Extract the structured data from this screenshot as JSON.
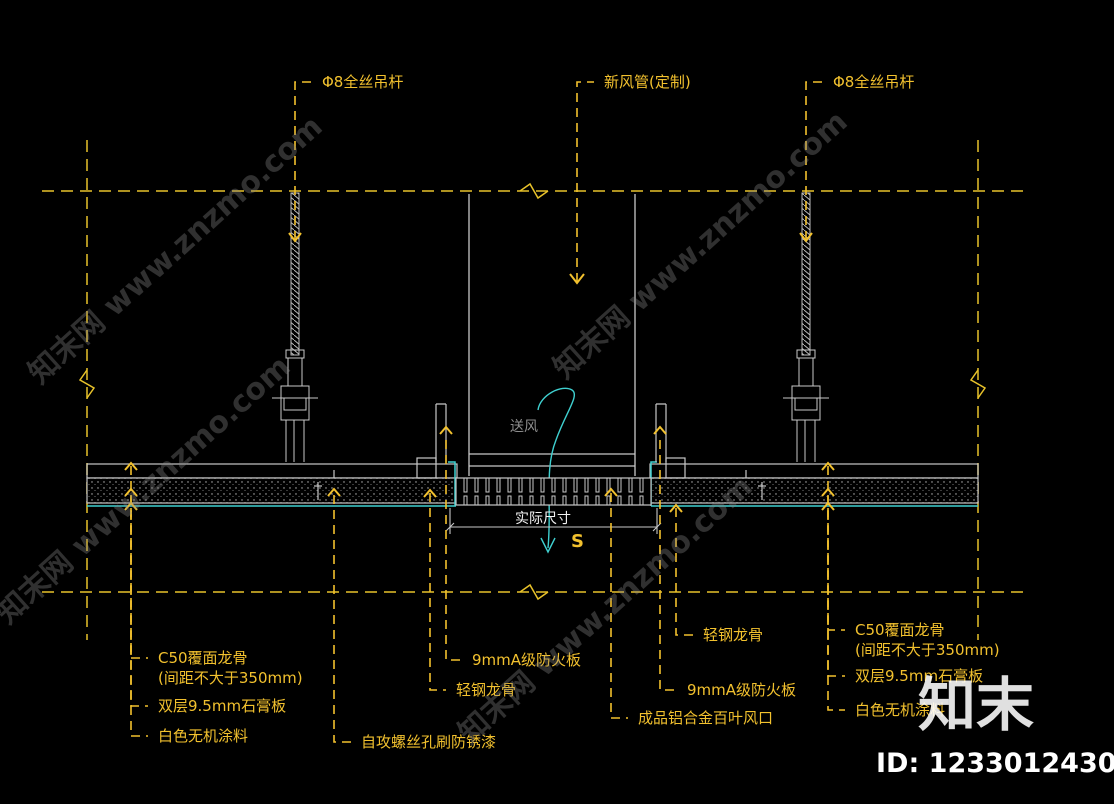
{
  "labels": {
    "rod_left": "Φ8全丝吊杆",
    "fresh_air_duct": "新风管(定制)",
    "rod_right": "Φ8全丝吊杆",
    "supply_air": "送风",
    "actual_size": "实际尺寸",
    "section_mark": "S",
    "c50_left_1": "C50覆面龙骨",
    "c50_left_2": "(间距不大于350mm)",
    "gypsum_left": "双层9.5mm石膏板",
    "paint_left": "白色无机涂料",
    "fireboard_left": "9mmA级防火板",
    "light_keel_left": "轻钢龙骨",
    "screw_hole": "自攻螺丝孔刷防锈漆",
    "louver": "成品铝合金百叶风口",
    "fireboard_right": "9mmA级防火板",
    "light_keel_right": "轻钢龙骨",
    "c50_right_1": "C50覆面龙骨",
    "c50_right_2": "(间距不大于350mm)",
    "gypsum_right": "双层9.5mm石膏板",
    "paint_right": "白色无机涂料"
  },
  "watermark": {
    "site": "知末网 www.znzmo.com",
    "brand": "知末",
    "id_text": "ID: 1233012430"
  },
  "colors": {
    "background": "#000000",
    "annotation": "#f2c12e",
    "dashline": "#e8c22a",
    "structure": "#c8c8c8",
    "board": "#3fd0d0",
    "watermark": "#8a8a8a"
  }
}
